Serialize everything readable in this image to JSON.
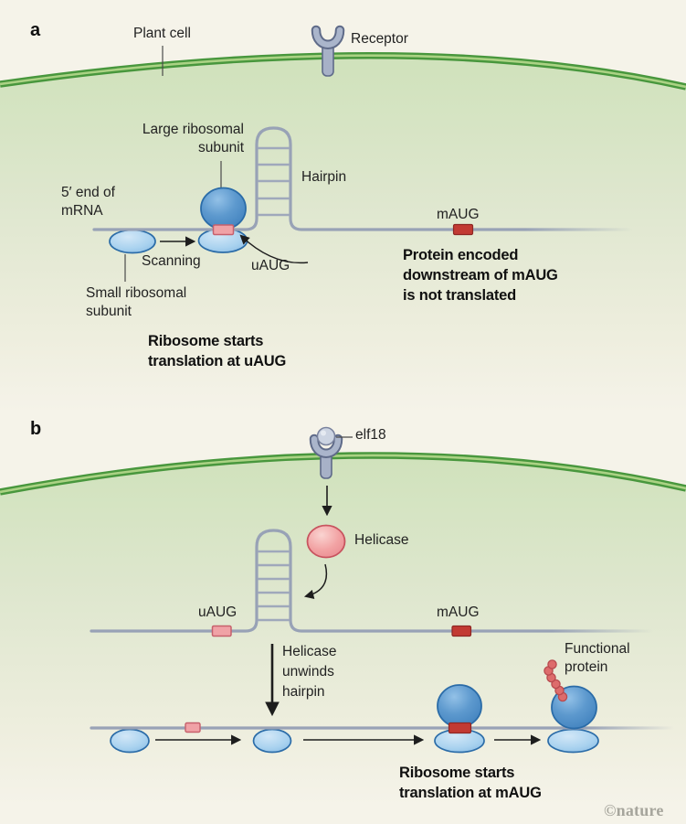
{
  "figure": {
    "credit": "©nature",
    "colors": {
      "background": "#f5f3e9",
      "cell_green": "#cde1b8",
      "membrane_green": "#48973d",
      "membrane_inner_green": "#abd284",
      "mrna_gray": "#98a2b6",
      "uaug_pink": "#f0a2a6",
      "uaug_pink_stroke": "#c6606c",
      "maug_red": "#c23a33",
      "maug_red_stroke": "#8e2724",
      "ribosome_blue": "#4a8cc7",
      "small_subunit_blue": "#a9d2ef",
      "helicase_pink": "#f0999b",
      "receptor_gray": "#a7b1c7",
      "protein_red": "#dd6c6c"
    },
    "panel_a": {
      "letter": "a",
      "plant_cell": "Plant cell",
      "receptor": "Receptor",
      "large_subunit": "Large ribosomal\nsubunit",
      "hairpin": "Hairpin",
      "five_prime_end": "5′ end of\nmRNA",
      "scanning": "Scanning",
      "uaug": "uAUG",
      "maug": "mAUG",
      "small_subunit": "Small ribosomal\nsubunit",
      "ribosome_starts": "Ribosome starts\ntranslation at uAUG",
      "not_translated": "Protein encoded\ndownstream of mAUG\nis not translated"
    },
    "panel_b": {
      "letter": "b",
      "elf18": "elf18",
      "helicase": "Helicase",
      "uaug": "uAUG",
      "maug": "mAUG",
      "helicase_unwinds": "Helicase\nunwinds\nhairpin",
      "functional_protein": "Functional\nprotein",
      "ribosome_starts": "Ribosome starts\ntranslation at mAUG"
    }
  }
}
